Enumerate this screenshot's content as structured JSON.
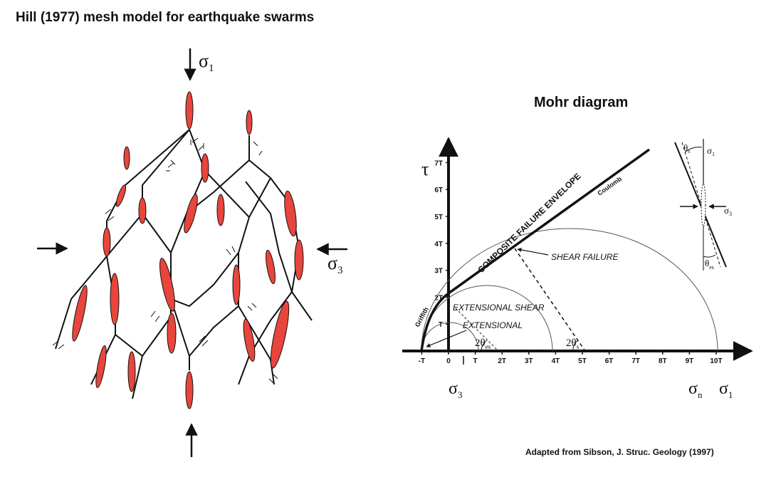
{
  "title": "Hill (1977) mesh model for earthquake swarms",
  "credit": "Adapted from Sibson, J. Struc. Geology (1997)",
  "colors": {
    "lens_fill": "#e8453c",
    "line": "#111111"
  },
  "mesh": {
    "sigma1_label": "σ",
    "sigma1_sub": "1",
    "sigma3_label": "σ",
    "sigma3_sub": "3"
  },
  "mohr": {
    "title": "Mohr diagram",
    "tau_label": "τ",
    "y_ticks": [
      "7T",
      "6T",
      "5T",
      "4T",
      "3T",
      "2T",
      "T"
    ],
    "x_ticks": [
      "-T",
      "0",
      "T",
      "2T",
      "3T",
      "4T",
      "5T",
      "6T",
      "7T",
      "8T",
      "9T",
      "10T"
    ],
    "envelope_label": "COMPOSITE FAILURE ENVELOPE",
    "coulomb_label": "Coulomb",
    "griffith_label": "Griffith",
    "shear_failure_label": "SHEAR FAILURE",
    "extensional_shear_label": "EXTENSIONAL SHEAR",
    "extensional_label": "EXTENSIONAL",
    "two_theta_es": "2θ",
    "two_theta_es_sub": "es",
    "two_theta_s": "2θ",
    "two_theta_s_sub": "s",
    "sigma3p_label": "σ",
    "sigma3p_sub": "3",
    "sigma_n_label": "σ",
    "sigma_n_sub": "n",
    "sigma1p_label": "σ",
    "sigma1p_sub": "1",
    "inset": {
      "theta_s": "θ",
      "theta_s_sub": "s",
      "theta_es": "θ",
      "theta_es_sub": "es",
      "sigma1": "σ",
      "sigma1_sub": "1",
      "sigma3": "σ",
      "sigma3_sub": "3"
    }
  }
}
